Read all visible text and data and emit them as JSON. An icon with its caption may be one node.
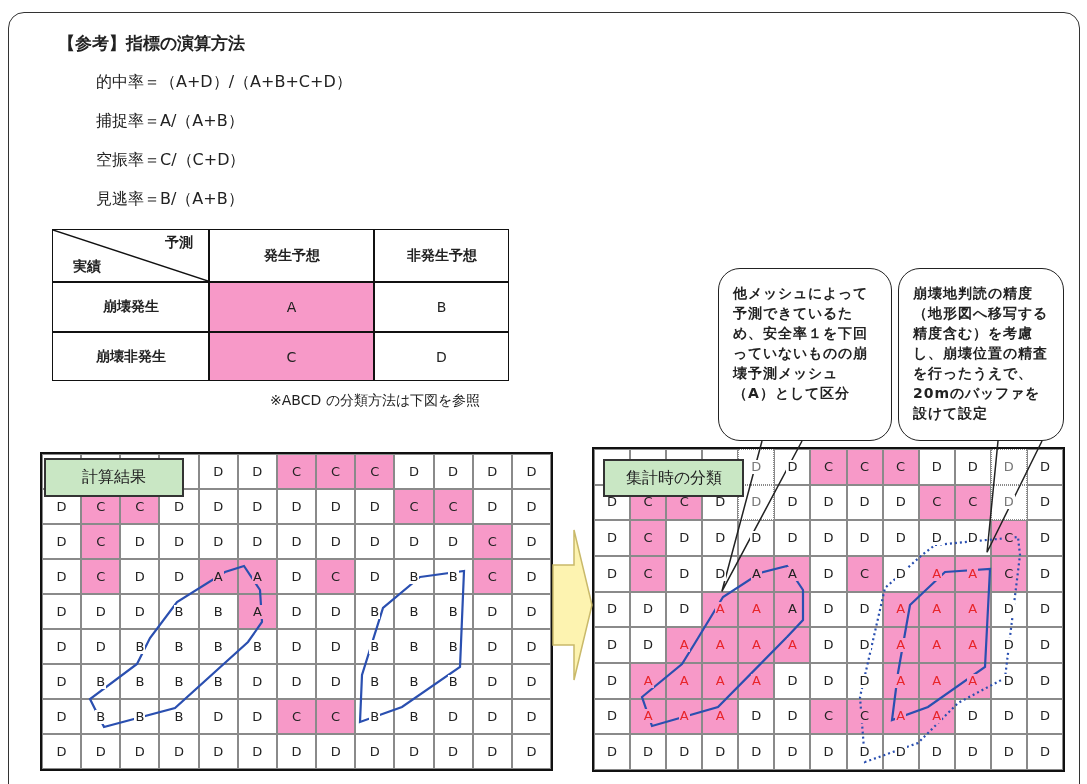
{
  "diagram": {
    "title": "【参考】指標の演算方法",
    "nodes": [
      {
        "text": [
          "他メッシュによって予測できているため、安全率１を下回っていないものの崩壊予測メッシュ（A）として区分"
        ]
      },
      {
        "text": [
          "崩壊地判読の精度（地形図へ移写する精度含む）を考慮し、崩壊位置の精査を行ったうえで、20mのバッファを設けて設定"
        ]
      },
      {
        "text": [],
        "shape": "box"
      },
      {
        "text": [
          "計算結果"
        ],
        "in": 2
      },
      {
        "text": [],
        "shape": "box"
      },
      {
        "text": [
          "集計時の分類"
        ],
        "in": 4
      },
      {
        "text": [
          "D"
        ],
        "in": 4
      },
      {
        "text": [
          "A"
        ],
        "in": 4
      }
    ],
    "edges": [
      {
        "from": 2,
        "to": 4,
        "arrow": "to"
      },
      {
        "from": 0,
        "to": 7,
        "arrow": "none"
      },
      {
        "from": 1,
        "to": 6,
        "arrow": "none"
      }
    ],
    "labels": [
      "的中率＝（A+D）/（A+B+C+D）",
      "捕捉率＝A/（A+B）",
      "空振率＝C/（C+D）",
      "見逃率＝B/（A+B）",
      "予測",
      "実績",
      "発生予想",
      "非発生予想",
      "崩壊発生",
      "A",
      "B",
      "崩壊非発生",
      "C",
      "D",
      "※ABCD の分類方法は下図を参照",
      "D",
      "D",
      "C",
      "C",
      "C",
      "D",
      "D",
      "D",
      "D",
      "D",
      "C",
      "C",
      "D",
      "D",
      "D",
      "D",
      "D",
      "D",
      "C",
      "C",
      "D",
      "D",
      "D",
      "C",
      "D",
      "D",
      "D",
      "D",
      "D",
      "D",
      "D",
      "D",
      "D",
      "C",
      "D",
      "D",
      "C",
      "D",
      "D",
      "A",
      "A",
      "D",
      "C",
      "D",
      "B",
      "B",
      "C",
      "D",
      "D",
      "D",
      "D",
      "B",
      "B",
      "A",
      "D",
      "D",
      "B",
      "B",
      "B",
      "D",
      "D",
      "D",
      "D",
      "B",
      "B",
      "B",
      "B",
      "D",
      "D",
      "B",
      "B",
      "B",
      "D",
      "D",
      "D",
      "B",
      "B",
      "B",
      "B",
      "D",
      "D",
      "D",
      "B",
      "B",
      "B",
      "D",
      "D",
      "D",
      "B",
      "B",
      "B",
      "D",
      "D",
      "C",
      "C",
      "B",
      "B",
      "D",
      "D",
      "D",
      "D",
      "D",
      "D",
      "D",
      "D",
      "D",
      "D",
      "D",
      "D",
      "D",
      "D",
      "D",
      "D",
      "D",
      "D",
      "C",
      "C",
      "C",
      "D",
      "D",
      "D",
      "D",
      "D",
      "C",
      "C",
      "D",
      "D",
      "D",
      "D",
      "D",
      "D",
      "C",
      "C",
      "D",
      "D",
      "D",
      "C",
      "D",
      "D",
      "D",
      "D",
      "D",
      "D",
      "D",
      "D",
      "C",
      "D",
      "D",
      "C",
      "D",
      "D",
      "A",
      "A",
      "D",
      "C",
      "D",
      "A",
      "A",
      "C",
      "D",
      "D",
      "D",
      "D",
      "A",
      "A",
      "D",
      "D",
      "A",
      "A",
      "A",
      "D",
      "D",
      "D",
      "D",
      "A",
      "A",
      "A",
      "A",
      "D",
      "D",
      "A",
      "A",
      "A",
      "D",
      "D",
      "D",
      "A",
      "A",
      "A",
      "A",
      "D",
      "D",
      "D",
      "A",
      "A",
      "A",
      "D",
      "D",
      "D",
      "A",
      "A",
      "A",
      "D",
      "D",
      "C",
      "C",
      "A",
      "A",
      "D",
      "D",
      "D",
      "D",
      "D",
      "D",
      "D",
      "D",
      "D",
      "D",
      "D",
      "D",
      "D",
      "D",
      "D",
      "D"
    ]
  }
}
